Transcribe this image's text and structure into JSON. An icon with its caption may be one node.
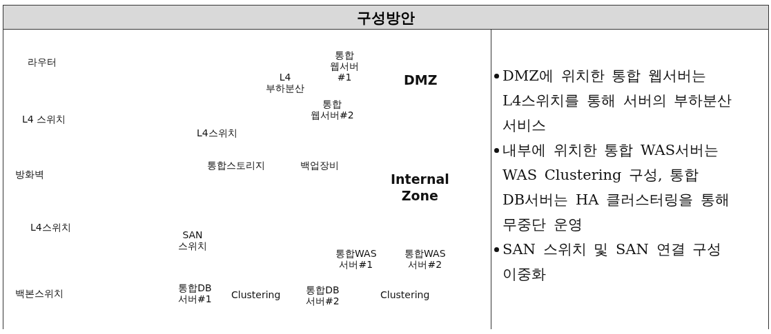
{
  "diagram": {
    "title": "구성방안",
    "labels": [
      "통합 웹서버 #1",
      "라우터",
      "L4 부하분산",
      "DMZ",
      "통합 웹서버#2",
      "L4 스위치",
      "L4스위치",
      "통합스토리지",
      "백업장비",
      "방화벽",
      "Internal Zone",
      "L4스위치",
      "SAN 스위치",
      "통합WAS 서버#1",
      "통합WAS 서버#2",
      "백본스위치",
      "통합DB 서버#1",
      "Clustering",
      "통합DB 서버#2",
      "Clustering",
      "DMZ에 위치한 통합 웹서버는 L4스위치를 통해 서버의 부하분산 서비스",
      "내부에 위치한 통합 WAS서버는 WAS Clustering 구성, 통합 DB서버는 HA 클러스터링을 통해 무중단 운영",
      "SAN 스위치 및 SAN 연결 구성 이중화"
    ]
  }
}
